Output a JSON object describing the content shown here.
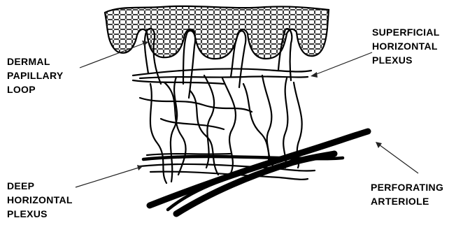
{
  "labels": {
    "dermal_papillary_loop": [
      "DERMAL",
      "PAPILLARY",
      "LOOP"
    ],
    "superficial_horizontal_plexus": [
      "SUPERFICIAL",
      "HORIZONTAL",
      "PLEXUS"
    ],
    "deep_horizontal_plexus": [
      "DEEP",
      "HORIZONTAL",
      "PLEXUS"
    ],
    "perforating_arteriole": [
      "PERFORATING",
      "ARTERIOLE"
    ]
  }
}
